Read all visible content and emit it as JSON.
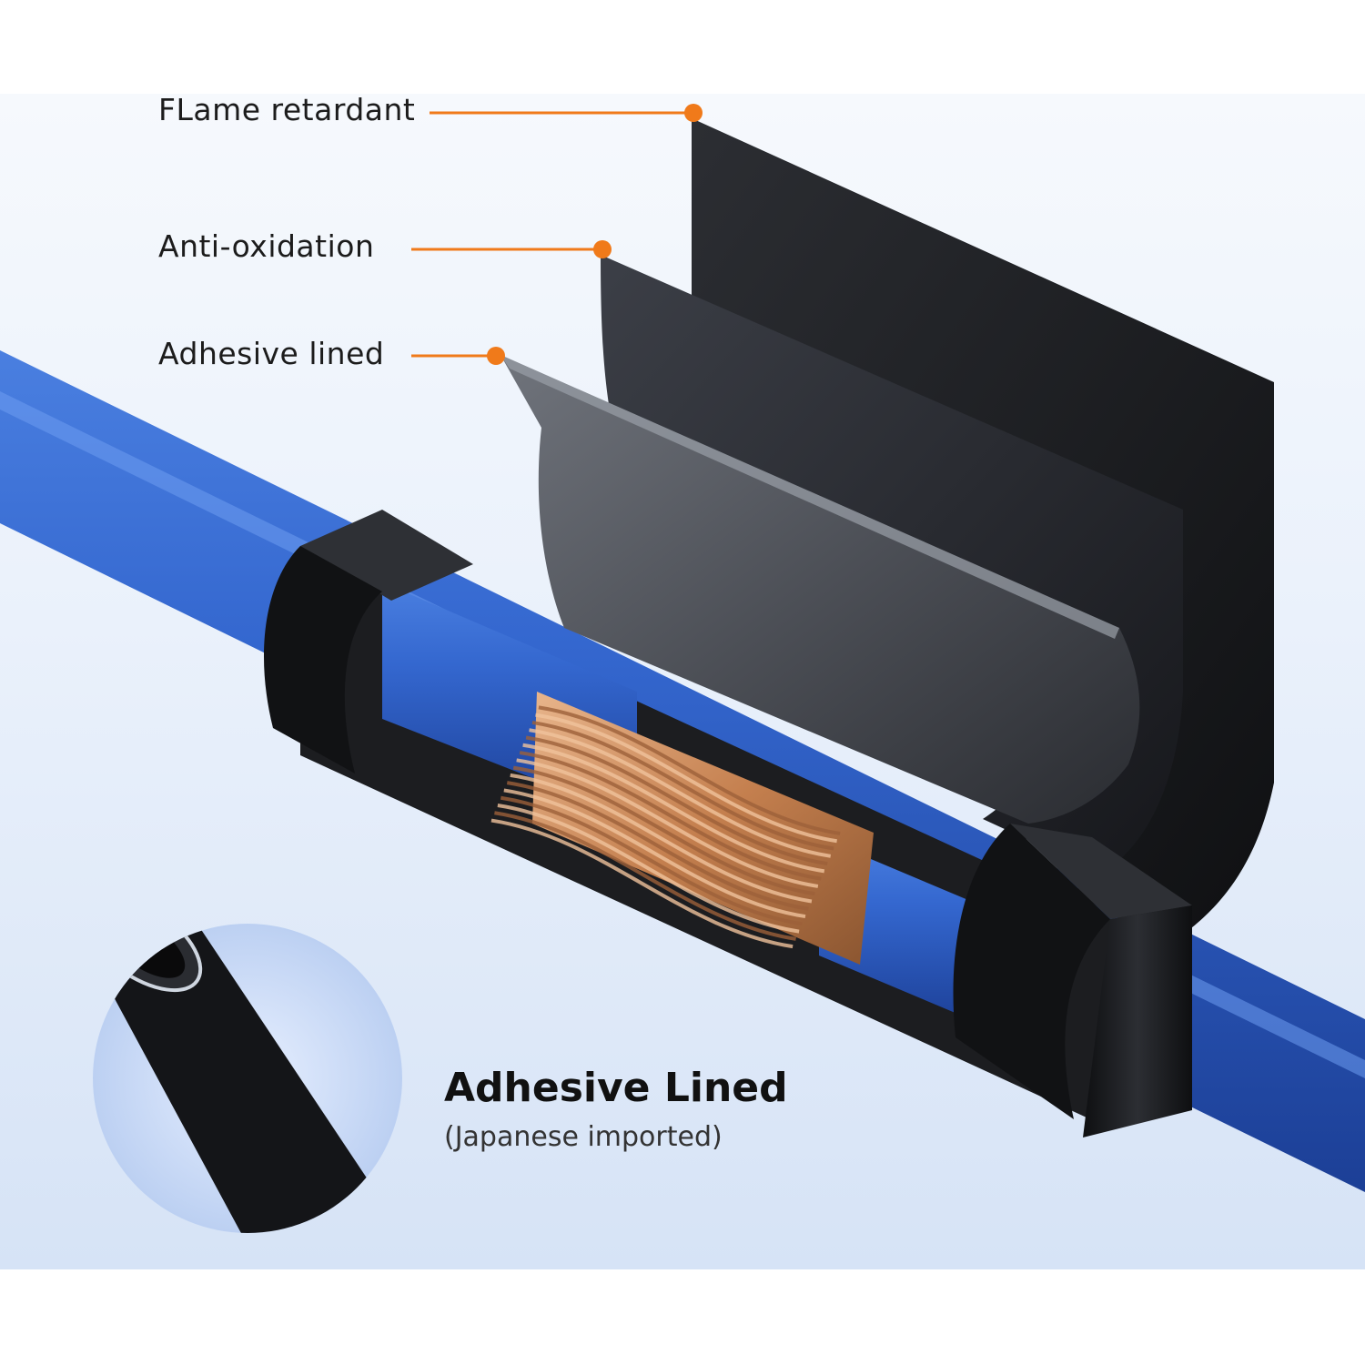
{
  "callouts": [
    {
      "label": "FLame retardant"
    },
    {
      "label": "Anti-oxidation"
    },
    {
      "label": "Adhesive lined"
    }
  ],
  "feature": {
    "title": "Adhesive Lined",
    "subtitle": "(Japanese imported)"
  },
  "colors": {
    "accent": "#f07a1a",
    "cable_blue": "#2f63c9",
    "sleeve": "#1e1f22",
    "copper": "#c98a5a"
  },
  "icons": [
    "cable-illustration",
    "copper-strand-core",
    "tubing-cross-section-inset"
  ]
}
